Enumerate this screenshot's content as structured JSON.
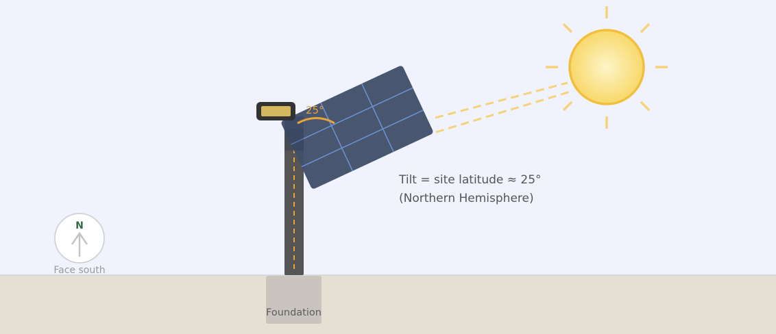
{
  "labels": {
    "angle": "25°",
    "tilt_line1": "Tilt = site latitude ≈ 25°",
    "tilt_line2": "(Northern Hemisphere)",
    "compass_north": "N",
    "compass_caption": "Face south",
    "foundation": "Foundation"
  },
  "colors": {
    "sky": "#f0f3fd",
    "ground": "#e6dfd3",
    "panel": "#42516b",
    "panel_grid": "#6d93d6",
    "pole": "#555555",
    "angle_accent": "#e9a43a",
    "sun_fill": "#f8d86a",
    "sun_stroke": "#f2bf3c",
    "sun_rays": "#f6d27a",
    "compass_n": "#2e6b45"
  }
}
